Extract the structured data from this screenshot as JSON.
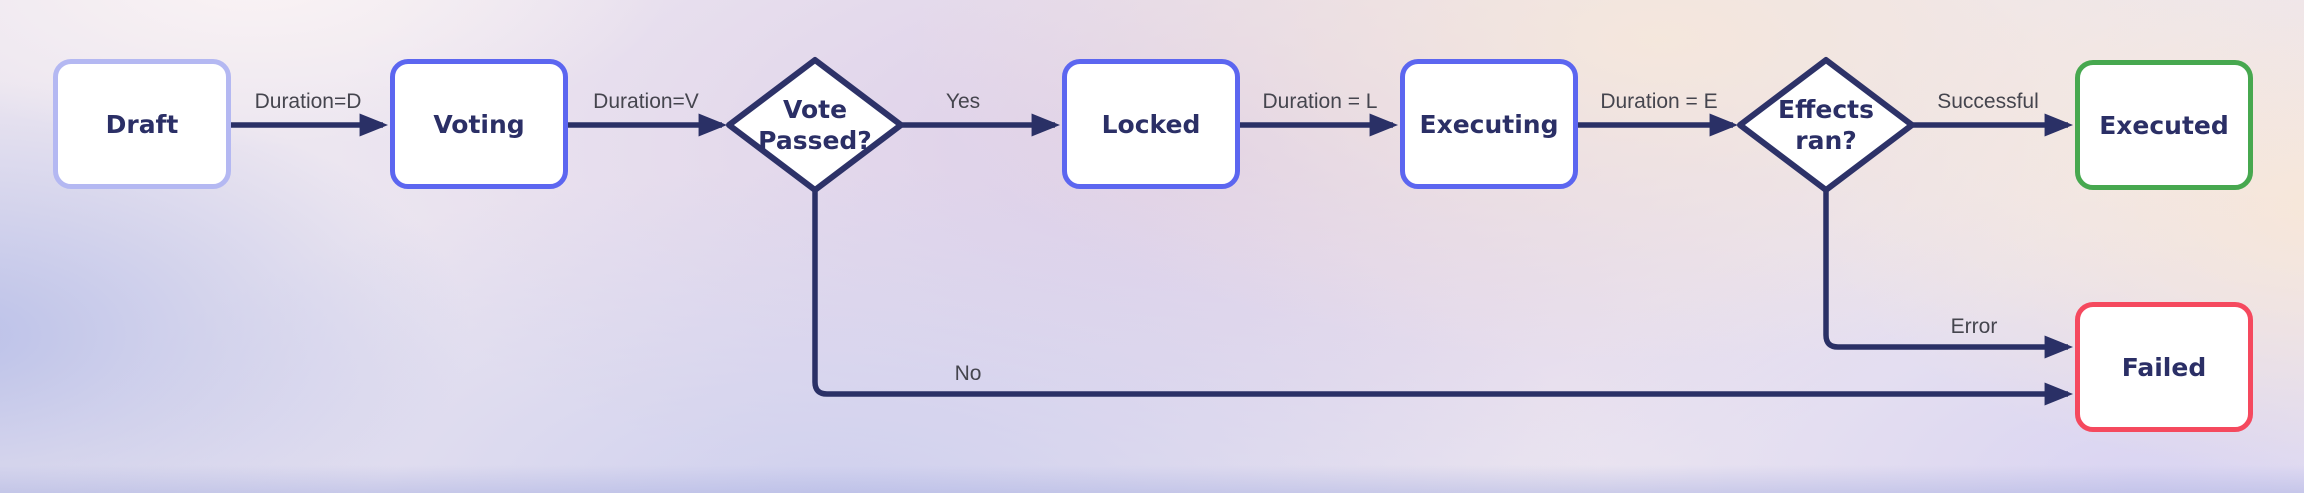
{
  "diagram": {
    "nodes": {
      "draft": {
        "label": "Draft",
        "shape": "rect"
      },
      "voting": {
        "label": "Voting",
        "shape": "rect"
      },
      "vote_passed": {
        "label": "Vote Passed?",
        "shape": "diamond"
      },
      "locked": {
        "label": "Locked",
        "shape": "rect"
      },
      "executing": {
        "label": "Executing",
        "shape": "rect"
      },
      "effects_ran": {
        "label": "Effects ran?",
        "shape": "diamond"
      },
      "executed": {
        "label": "Executed",
        "shape": "rect"
      },
      "failed": {
        "label": "Failed",
        "shape": "rect"
      }
    },
    "edge_labels": {
      "draft_voting": "Duration=D",
      "voting_vote_passed": "Duration=V",
      "vote_passed_locked": "Yes",
      "locked_executing": "Duration = L",
      "executing_effects_ran": "Duration = E",
      "effects_ran_executed": "Successful",
      "effects_ran_failed": "Error",
      "vote_passed_failed": "No"
    },
    "colors": {
      "draft_border": "#b4b8f2",
      "active_border": "#5c66f0",
      "decision_border": "#2d3268",
      "success_border": "#47a84f",
      "failure_border": "#f5495e",
      "edge_stroke": "#2a3066",
      "node_text": "#2b2f66",
      "edge_label_text": "#45454e"
    }
  }
}
